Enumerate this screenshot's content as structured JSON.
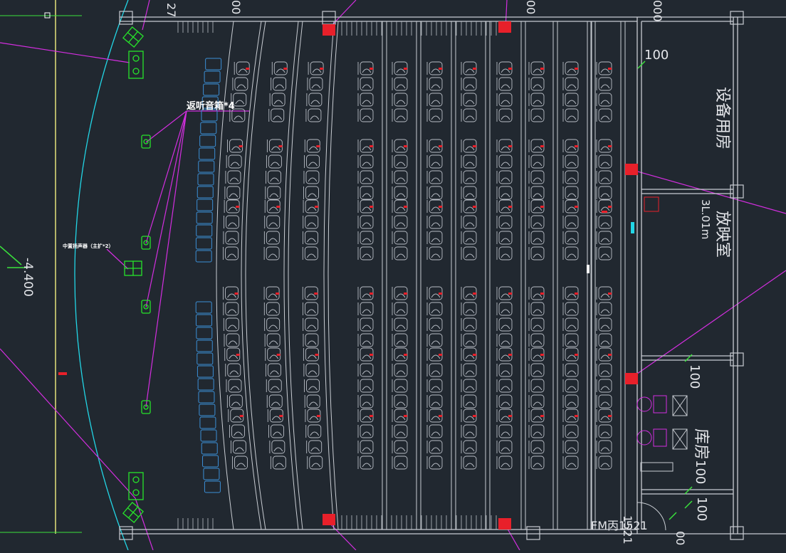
{
  "colors": {
    "background": "#212830",
    "wall": "#c8ccd2",
    "seat": "#b9bec6",
    "red": "#e8202a",
    "green": "#27e32a",
    "magenta": "#d42ee0",
    "cyan": "#22d6e6",
    "blue_speaker": "#3b8fd6",
    "yellow": "#e6e27a",
    "text": "#e4e6ea",
    "dim_green": "#3ae23c"
  },
  "labels": {
    "monitor_speakers": "返听音箱*4",
    "center_speaker": "中置扬声器（主扩*2）",
    "elevation": "-4.400",
    "equipment_room": "设备用房",
    "projection_room": "放映室",
    "projection_elev": "3L.01m",
    "storage_room": "库房",
    "door_tag": "FM丙1521",
    "dim_100_a": "100",
    "dim_100_b": "100",
    "dim_100_c": "100",
    "dim_100_d": "100",
    "dim_top_27": "27",
    "dim_top_00": "00",
    "dim_top_00b": "00",
    "dim_top_000": "000",
    "dim_bottom_1521": "1521",
    "dim_bottom_00": "00"
  },
  "seating": {
    "columns": 11,
    "blocks": 6
  }
}
